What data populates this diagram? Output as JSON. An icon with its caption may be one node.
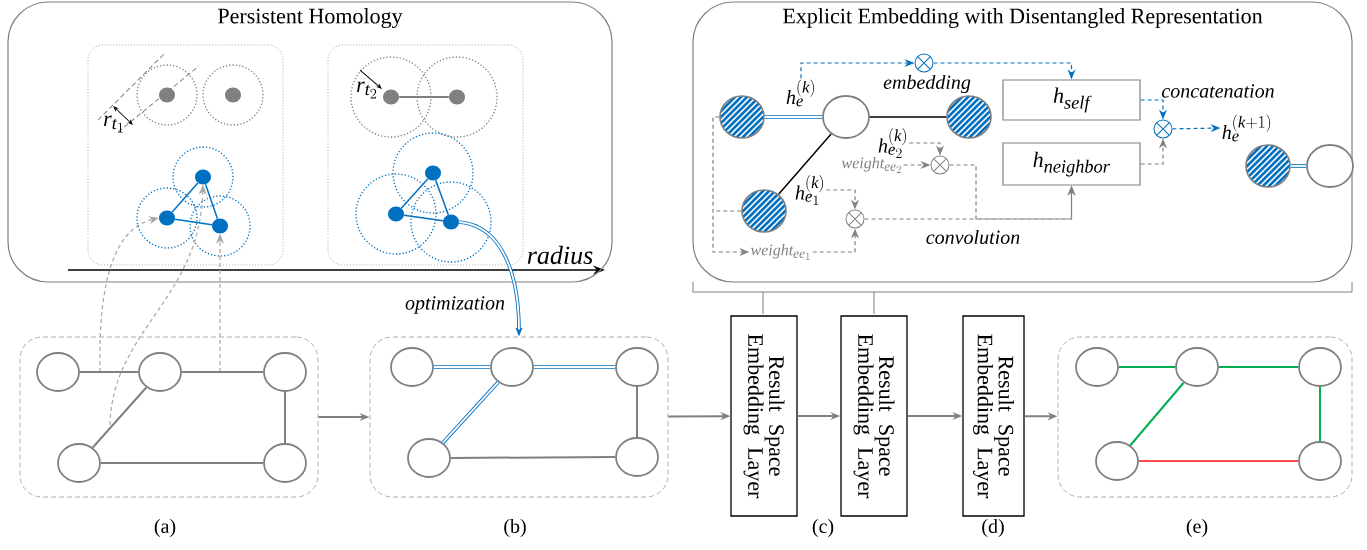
{
  "diagram": {
    "nodes": [
      {
        "text": [
          "Persistent Homology"
        ]
      },
      {
        "text": [],
        "shape": "box",
        "in": 0
      },
      {
        "text": [],
        "shape": "box",
        "in": 0
      },
      {
        "text": [],
        "shape": "circle",
        "in": 1
      },
      {
        "text": [],
        "shape": "circle",
        "in": 1
      },
      {
        "text": [],
        "shape": "circle",
        "in": 1
      },
      {
        "text": [],
        "shape": "circle",
        "in": 1
      },
      {
        "text": [],
        "shape": "circle",
        "in": 1
      },
      {
        "text": [],
        "shape": "circle",
        "in": 2
      },
      {
        "text": [],
        "shape": "circle",
        "in": 2
      },
      {
        "text": [],
        "shape": "circle",
        "in": 2
      },
      {
        "text": [],
        "shape": "circle",
        "in": 2
      },
      {
        "text": [],
        "shape": "circle",
        "in": 2
      },
      {
        "text": [
          "Explicit Embedding with Disentangled Representation"
        ]
      },
      {
        "text": [],
        "shape": "circle",
        "in": 13
      },
      {
        "text": [],
        "shape": "circle",
        "in": 13
      },
      {
        "text": [],
        "shape": "circle",
        "in": 13
      },
      {
        "text": [],
        "shape": "circle",
        "in": 13
      },
      {
        "text": [
          "h_e^{(k)}"
        ],
        "in": 13
      },
      {
        "text": [],
        "shape": "circle",
        "in": 13
      },
      {
        "text": [
          "h_{self}"
        ],
        "in": 13
      },
      {
        "text": [
          "h_{e_2}^{(k)}"
        ],
        "in": 13
      },
      {
        "text": [
          "weight_{ee_2}"
        ],
        "in": 13
      },
      {
        "text": [],
        "shape": "circle",
        "in": 13
      },
      {
        "text": [
          "h_{e_1}^{(k)}"
        ],
        "in": 13
      },
      {
        "text": [],
        "shape": "circle",
        "in": 13
      },
      {
        "text": [
          "weight_{ee_1}"
        ],
        "in": 13
      },
      {
        "text": [
          "h_{neighbor}"
        ],
        "in": 13
      },
      {
        "text": [],
        "shape": "circle",
        "in": 13
      },
      {
        "text": [
          "h_e^{(k+1)}"
        ],
        "in": 13
      },
      {
        "text": [],
        "shape": "circle",
        "in": 13
      },
      {
        "text": [],
        "shape": "circle",
        "in": 13
      },
      {
        "text": [],
        "shape": "box"
      },
      {
        "text": [],
        "shape": "circle",
        "in": 32
      },
      {
        "text": [],
        "shape": "circle",
        "in": 32
      },
      {
        "text": [],
        "shape": "circle",
        "in": 32
      },
      {
        "text": [],
        "shape": "circle",
        "in": 32
      },
      {
        "text": [],
        "shape": "circle",
        "in": 32
      },
      {
        "text": [],
        "shape": "box"
      },
      {
        "text": [],
        "shape": "circle",
        "in": 38
      },
      {
        "text": [],
        "shape": "circle",
        "in": 38
      },
      {
        "text": [],
        "shape": "circle",
        "in": 38
      },
      {
        "text": [],
        "shape": "circle",
        "in": 38
      },
      {
        "text": [],
        "shape": "circle",
        "in": 38
      },
      {
        "text": [
          "Result Space Embedding Layer"
        ]
      },
      {
        "text": [
          "Result Space Embedding Layer"
        ]
      },
      {
        "text": [
          "Result Space Embedding Layer"
        ]
      },
      {
        "text": [],
        "shape": "box"
      },
      {
        "text": [],
        "shape": "circle",
        "in": 47
      },
      {
        "text": [],
        "shape": "circle",
        "in": 47
      },
      {
        "text": [],
        "shape": "circle",
        "in": 47
      },
      {
        "text": [],
        "shape": "circle",
        "in": 47
      },
      {
        "text": [],
        "shape": "circle",
        "in": 47
      }
    ],
    "edges": [
      {
        "from": null,
        "to": 6,
        "arrow": "to",
        "style": "dashed",
        "color": "#a6a6a6"
      },
      {
        "from": null,
        "to": 5,
        "arrow": "to",
        "style": "dashed",
        "color": "#a6a6a6"
      },
      {
        "from": null,
        "to": 7,
        "arrow": "to",
        "style": "dashed",
        "color": "#a6a6a6"
      },
      {
        "from": 5,
        "to": 6,
        "arrow": "none",
        "color": "#0070c0"
      },
      {
        "from": 6,
        "to": 7,
        "arrow": "none",
        "color": "#0070c0"
      },
      {
        "from": 5,
        "to": 7,
        "arrow": "none",
        "color": "#0070c0"
      },
      {
        "from": 8,
        "to": 9,
        "arrow": "none"
      },
      {
        "from": 10,
        "to": 11,
        "arrow": "none",
        "color": "#0070c0"
      },
      {
        "from": 11,
        "to": 12,
        "arrow": "none",
        "color": "#0070c0"
      },
      {
        "from": 10,
        "to": 12,
        "arrow": "none",
        "color": "#0070c0"
      },
      {
        "from": 12,
        "to": 38,
        "arrow": "to",
        "label": "optimization",
        "style": "thick",
        "color": "#0070c0"
      },
      {
        "from": 14,
        "to": 15,
        "arrow": "none",
        "style": "thick",
        "color": "#0070c0"
      },
      {
        "from": 15,
        "to": 16,
        "arrow": "none",
        "color": "#000000"
      },
      {
        "from": 15,
        "to": 17,
        "arrow": "none",
        "color": "#000000"
      },
      {
        "from": 18,
        "to": 19,
        "arrow": "to",
        "style": "dashed",
        "color": "#0070c0"
      },
      {
        "from": 19,
        "to": 20,
        "arrow": "to",
        "label": "embedding",
        "style": "dashed",
        "color": "#0070c0"
      },
      {
        "from": 20,
        "to": 28,
        "arrow": "to",
        "label": "concatenation",
        "style": "dashed",
        "color": "#0070c0"
      },
      {
        "from": 27,
        "to": 28,
        "arrow": "to",
        "style": "dashed"
      },
      {
        "from": 28,
        "to": 29,
        "arrow": "to",
        "style": "dashed",
        "color": "#0070c0"
      },
      {
        "from": 21,
        "to": 23,
        "arrow": "to",
        "style": "dashed"
      },
      {
        "from": 22,
        "to": 23,
        "arrow": "to",
        "style": "dashed"
      },
      {
        "from": 24,
        "to": 25,
        "arrow": "to",
        "style": "dashed"
      },
      {
        "from": 26,
        "to": 25,
        "arrow": "to",
        "style": "dashed"
      },
      {
        "from": 25,
        "to": 27,
        "arrow": "to",
        "label": "convolution",
        "style": "dashed"
      },
      {
        "from": 23,
        "to": 27,
        "arrow": "to",
        "style": "dashed"
      },
      {
        "from": 14,
        "to": 26,
        "arrow": "to",
        "style": "dashed"
      },
      {
        "from": 17,
        "to": 26,
        "arrow": "to",
        "style": "dashed"
      },
      {
        "from": 30,
        "to": 31,
        "arrow": "none",
        "style": "thick",
        "color": "#0070c0"
      },
      {
        "from": 33,
        "to": 34,
        "arrow": "none"
      },
      {
        "from": 34,
        "to": 35,
        "arrow": "none"
      },
      {
        "from": 34,
        "to": 36,
        "arrow": "none"
      },
      {
        "from": 35,
        "to": 37,
        "arrow": "none"
      },
      {
        "from": 36,
        "to": 37,
        "arrow": "none"
      },
      {
        "from": 32,
        "to": 38,
        "arrow": "to"
      },
      {
        "from": 39,
        "to": 40,
        "arrow": "none",
        "style": "thick",
        "color": "#0070c0"
      },
      {
        "from": 40,
        "to": 41,
        "arrow": "none",
        "style": "thick",
        "color": "#0070c0"
      },
      {
        "from": 40,
        "to": 42,
        "arrow": "none",
        "style": "thick",
        "color": "#0070c0"
      },
      {
        "from": 41,
        "to": 43,
        "arrow": "none"
      },
      {
        "from": 42,
        "to": 43,
        "arrow": "none"
      },
      {
        "from": 38,
        "to": 44,
        "arrow": "to"
      },
      {
        "from": 44,
        "to": 45,
        "arrow": "to"
      },
      {
        "from": 45,
        "to": 46,
        "arrow": "to"
      },
      {
        "from": 46,
        "to": 47,
        "arrow": "to"
      },
      {
        "from": 48,
        "to": 49,
        "arrow": "none",
        "color": "#00b050"
      },
      {
        "from": 49,
        "to": 50,
        "arrow": "none",
        "color": "#00b050"
      },
      {
        "from": 49,
        "to": 51,
        "arrow": "none",
        "color": "#00b050"
      },
      {
        "from": 50,
        "to": 52,
        "arrow": "none",
        "color": "#00b050"
      },
      {
        "from": 51,
        "to": 52,
        "arrow": "none",
        "color": "#ff4b4b"
      }
    ],
    "labels": [
      "r_{t_1}",
      "r_{t_2}",
      "radius",
      "(a)",
      "(b)",
      "(c)",
      "(d)",
      "(e)"
    ]
  }
}
